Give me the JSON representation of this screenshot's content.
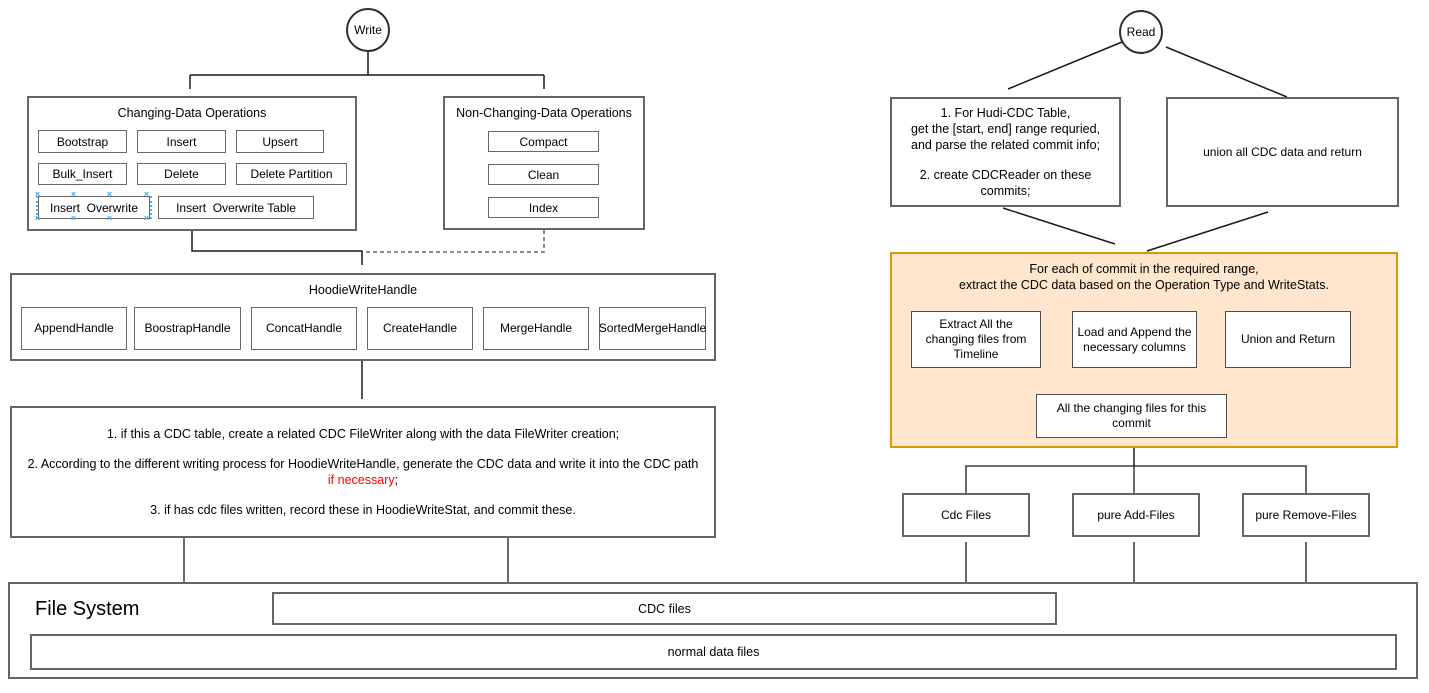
{
  "write_flow": {
    "entry_label": "Write",
    "changing_ops": {
      "title": "Changing-Data Operations",
      "ops": [
        "Bootstrap",
        "Insert",
        "Upsert",
        "Bulk_Insert",
        "Delete",
        "Delete Partition",
        "Insert  Overwrite",
        "Insert  Overwrite Table"
      ],
      "selected_op": "Insert  Overwrite"
    },
    "non_changing_ops": {
      "title": "Non-Changing-Data Operations",
      "ops": [
        "Compact",
        "Clean",
        "Index"
      ]
    },
    "write_handle": {
      "title": "HoodieWriteHandle",
      "handles": [
        "AppendHandle",
        "BoostrapHandle",
        "ConcatHandle",
        "CreateHandle",
        "MergeHandle",
        "SortedMergeHandle"
      ]
    },
    "steps": {
      "line1": "1. if this a CDC table, create a related CDC FileWriter along with the data FileWriter creation;",
      "line2_prefix": "2. According to the different writing process for HoodieWriteHandle, generate the CDC data and write it into the CDC path ",
      "line2_highlight": "if necessary",
      "line2_suffix": ";",
      "line3": "3. if has cdc files written, record these in HoodieWriteStat, and commit these."
    }
  },
  "read_flow": {
    "entry_label": "Read",
    "prepare_box": {
      "line1": "1. For Hudi-CDC Table,",
      "line2": "get the [start, end] range requried,",
      "line3": "and parse the related commit info;",
      "line4": "2. create CDCReader on these",
      "line5": "commits;"
    },
    "union_box": "union all CDC data and return",
    "per_commit_group": {
      "title_line1": "For each of commit in the required range,",
      "title_line2": "extract the CDC data based on the Operation Type and WriteStats.",
      "extract_box": "Extract All the changing files from Timeline",
      "load_box": "Load and Append the necessary columns",
      "union_return_box": "Union and Return",
      "all_changing_box": "All the changing files for this commit"
    },
    "file_sources": [
      "Cdc Files",
      "pure Add-Files",
      "pure Remove-Files"
    ]
  },
  "file_system": {
    "title": "File System",
    "cdc_bar": "CDC files",
    "normal_bar": "normal data files"
  },
  "selection": {
    "handle_glyph": "×"
  },
  "colors": {
    "group_fill_orange": "#ffe6cc",
    "group_border_orange": "#d79b00",
    "box_border_gray": "#666666",
    "highlight_red": "#ff0000",
    "selection_blue": "#55b6ea",
    "line_black": "#1a1a1a"
  }
}
